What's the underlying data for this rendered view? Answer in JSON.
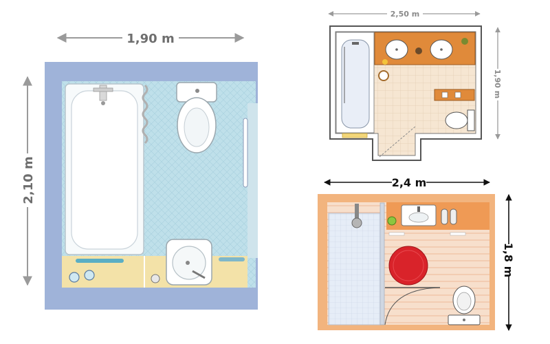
{
  "plans": [
    {
      "id": "plan-left",
      "width_label": "1,90 m",
      "height_label": "2,10 m",
      "colors": {
        "wall": "#9fb3d9",
        "floor": "#cfe4ec",
        "dim_text": "#6e6e6e",
        "dim_line": "#9a9a9a"
      }
    },
    {
      "id": "plan-top-right",
      "width_label": "2,50 m",
      "height_label": "1,90 m",
      "colors": {
        "wall": "#ffffff",
        "outline": "#555555",
        "floor": "#f4e4cf",
        "counter": "#e08a3a",
        "dim_text": "#8a8a8a"
      }
    },
    {
      "id": "plan-bottom-right",
      "width_label": "2,4 m",
      "height_label": "1,8 m",
      "colors": {
        "wall": "#f2b47e",
        "floor": "#f6dcc8",
        "rug": "#d9232a",
        "shower": "#e4ecf6",
        "dim_text": "#111111"
      }
    }
  ]
}
